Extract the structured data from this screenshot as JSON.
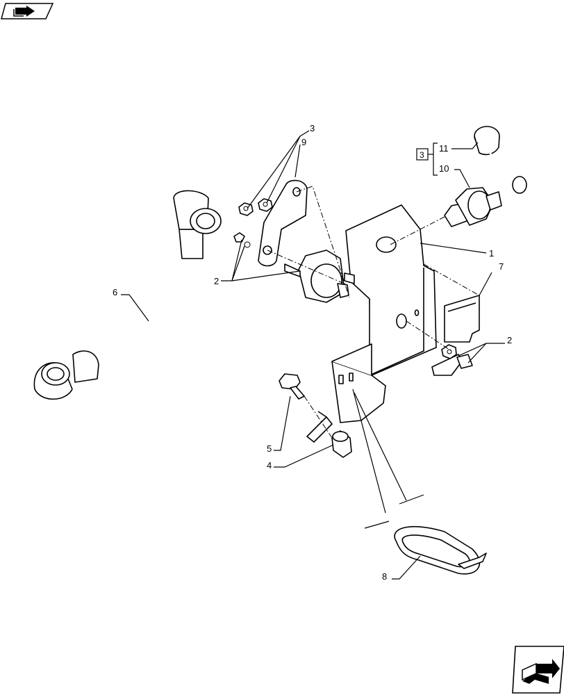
{
  "icons": {
    "top_left": "book-arrow-icon",
    "bottom_right": "next-page-arrow-icon"
  },
  "callouts": {
    "c1": "1",
    "c2a": "2",
    "c2b": "2",
    "c3": "3",
    "c4": "4",
    "c5": "5",
    "c6": "6",
    "c7": "7",
    "c8": "8",
    "c9": "9",
    "c10": "10",
    "c11": "11",
    "kit_box": "3"
  }
}
